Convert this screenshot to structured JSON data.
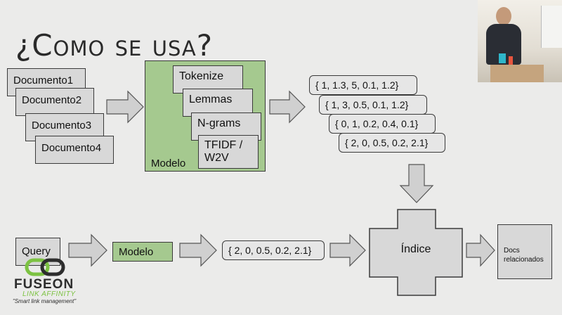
{
  "title": "¿Como se usa?",
  "documents": [
    "Documento1",
    "Documento2",
    "Documento3",
    "Documento4"
  ],
  "model_panel": {
    "label": "Modelo",
    "steps": [
      "Tokenize",
      "Lemmas",
      "N-grams",
      "TFIDF / W2V"
    ]
  },
  "vectors": [
    "{ 1, 1.3, 5, 0.1, 1.2}",
    "{ 1, 3, 0.5, 0.1, 1.2}",
    "{ 0, 1, 0.2, 0.4, 0.1}",
    "{ 2, 0, 0.5, 0.2, 2.1}"
  ],
  "query_row": {
    "query": "Query",
    "model": "Modelo",
    "vector": "{ 2, 0, 0.5, 0.2, 2.1}",
    "index": "Índice",
    "output": "Docs relacionados"
  },
  "logo": {
    "name": "FUSEON",
    "subtitle": "LINK AFFINITY",
    "tagline": "\"Smart link management\""
  },
  "colors": {
    "model_green": "#a5c98f",
    "box_gray": "#d8d8d8",
    "logo_green": "#7cc242"
  }
}
